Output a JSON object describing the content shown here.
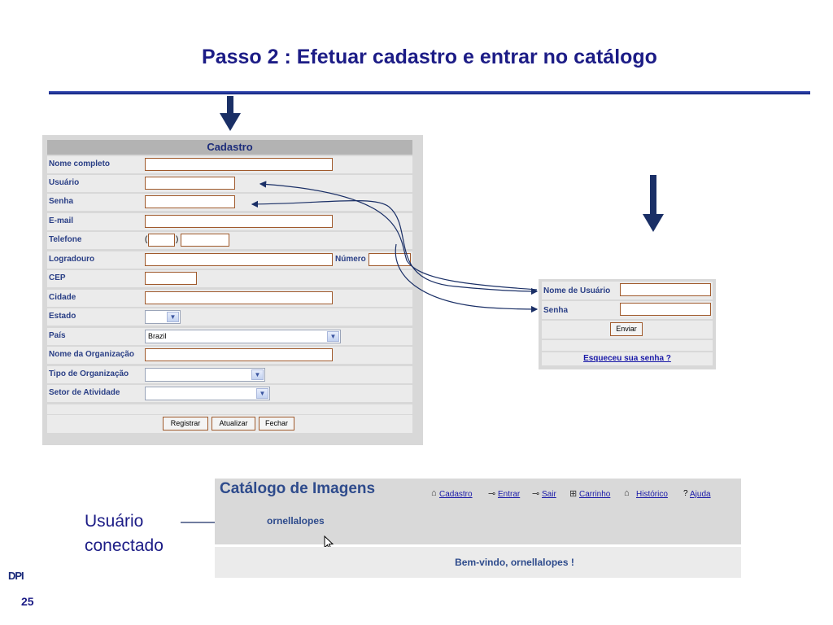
{
  "slide": {
    "title": "Passo 2 : Efetuar cadastro e entrar no catálogo",
    "page_number": "25",
    "logo_text": "DPI",
    "side_label_line1": "Usuário",
    "side_label_line2": "conectado"
  },
  "cadastro": {
    "header": "Cadastro",
    "labels": {
      "nome_completo": "Nome completo",
      "usuario": "Usuário",
      "senha": "Senha",
      "email": "E-mail",
      "telefone": "Telefone",
      "logradouro": "Logradouro",
      "numero": "Número",
      "cep": "CEP",
      "cidade": "Cidade",
      "estado": "Estado",
      "pais": "País",
      "nome_organizacao": "Nome da Organização",
      "tipo_organizacao": "Tipo de Organização",
      "setor_atividade": "Setor de Atividade"
    },
    "values": {
      "pais": "Brazil",
      "paren_open": "(",
      "paren_close": ")"
    },
    "buttons": {
      "registrar": "Registrar",
      "atualizar": "Atualizar",
      "fechar": "Fechar"
    }
  },
  "login": {
    "labels": {
      "nome_usuario": "Nome de Usuário",
      "senha": "Senha"
    },
    "button": "Enviar",
    "forgot_link": "Esqueceu sua senha ?"
  },
  "catalog": {
    "title": "Catálogo de Imagens",
    "nav": {
      "cadastro": " Cadastro",
      "entrar": " Entrar",
      "sair": " Sair",
      "carrinho": " Carrinho",
      "historico": "Histórico",
      "ajuda_prefix": "?",
      "ajuda": " Ajuda"
    },
    "username": "ornellalopes",
    "welcome": "Bem-vindo, ornellalopes !"
  },
  "icons": {
    "down_arrow": "down-arrow-icon",
    "home": "home-icon",
    "key": "key-icon",
    "cart": "cart-icon",
    "history": "history-icon",
    "cursor": "mouse-cursor-icon"
  },
  "colors": {
    "title": "#1c1c86",
    "label": "#2a3f86",
    "field_border": "#a05a2c",
    "link": "#1a1aa8",
    "arrow": "#1a2f66"
  }
}
